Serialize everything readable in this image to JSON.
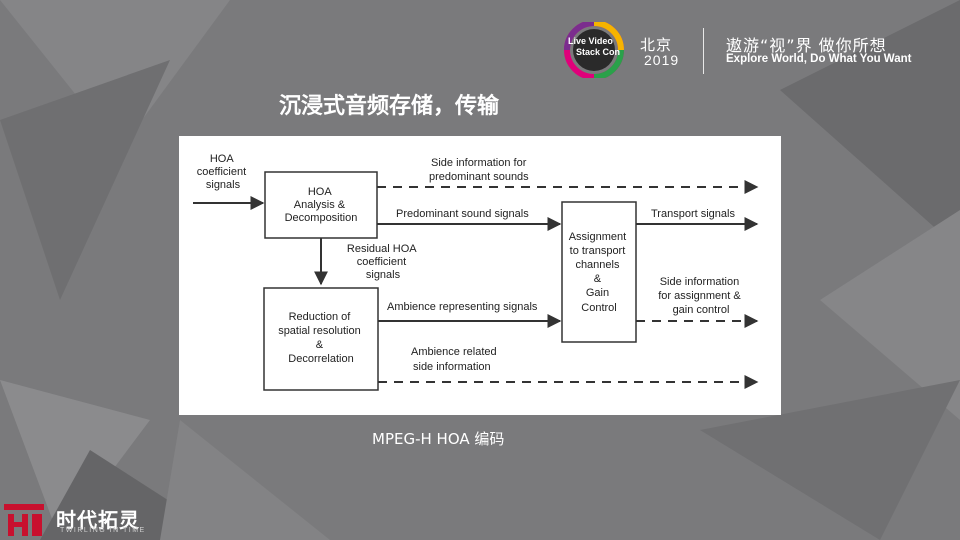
{
  "header": {
    "event_logo_lines": [
      "Live",
      "Video",
      "Stack",
      "Con"
    ],
    "city": "北京",
    "year": "2019",
    "slogan_cn": "遨游“视”界 做你所想",
    "slogan_en": "Explore World, Do What You Want"
  },
  "slide": {
    "title": "沉浸式音频存储，传输",
    "caption": "MPEG-H HOA 编码"
  },
  "diagram": {
    "input_label": [
      "HOA",
      "coefficient",
      "signals"
    ],
    "box_analysis": [
      "HOA",
      "Analysis &",
      "Decomposition"
    ],
    "box_reduction": [
      "Reduction of",
      "spatial resolution",
      "&",
      "Decorrelation"
    ],
    "box_assignment": [
      "Assignment",
      "to transport",
      "channels",
      "&",
      "Gain",
      "Control"
    ],
    "edge_side_info_predominant": [
      "Side information for",
      "predominant sounds"
    ],
    "edge_predominant_signals": "Predominant sound signals",
    "edge_residual": [
      "Residual HOA",
      "coefficient",
      "signals"
    ],
    "edge_ambience_signals": "Ambience representing signals",
    "edge_ambience_side": [
      "Ambience related",
      "side  information"
    ],
    "output_transport": "Transport signals",
    "output_side_info": [
      "Side information",
      "for assignment &",
      "gain control"
    ]
  },
  "footer": {
    "brand_name": "时代拓灵",
    "brand_sub": "TWIRLING IN TIME"
  },
  "colors": {
    "background": "#7a7a7c",
    "panel": "#ffffff",
    "diagram_ink": "#333333",
    "brand_red": "#c8102e"
  }
}
